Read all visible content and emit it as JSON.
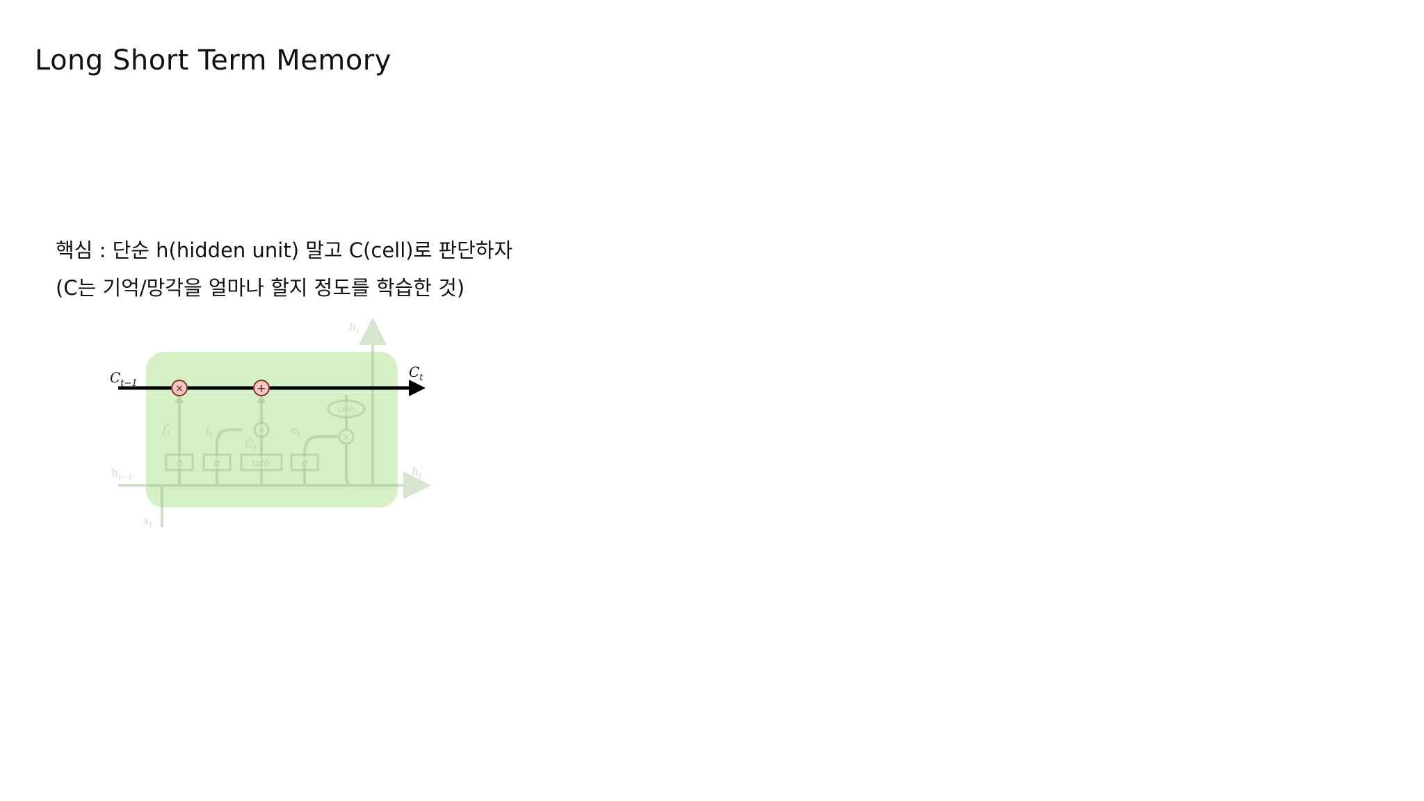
{
  "slide": {
    "title": "Long Short Term Memory"
  },
  "body": {
    "line1": "핵심 : 단순 h(hidden unit) 말고 C(cell)로 판단하자",
    "line2": "(C는 기억/망각을 얼마나 할지 정도를 학습한 것)"
  },
  "diagram": {
    "labels": {
      "c_prev": "C",
      "c_prev_sub": "t−1",
      "c_curr": "C",
      "c_curr_sub": "t",
      "h_prev": "h",
      "h_prev_sub": "t−1",
      "h_curr_right": "h",
      "h_curr_right_sub": "t",
      "h_curr_top": "h",
      "h_curr_top_sub": "t",
      "x_in": "x",
      "x_in_sub": "t",
      "f_gate": "f",
      "f_gate_sub": "t",
      "i_gate": "i",
      "i_gate_sub": "t",
      "o_gate": "o",
      "o_gate_sub": "t",
      "c_tilde": "C̃",
      "c_tilde_sub": "t"
    },
    "ops": {
      "multiply": "×",
      "add": "+",
      "tanh": "tanh"
    },
    "layers": [
      "σ",
      "σ",
      "tanh",
      "σ"
    ],
    "colors": {
      "cell_bg": "#d5f0c4",
      "faint_line": "#b7d0a8",
      "cell_line": "#000000",
      "op_fill": "#f3c8c4",
      "op_stroke": "#8a2f2a"
    }
  }
}
